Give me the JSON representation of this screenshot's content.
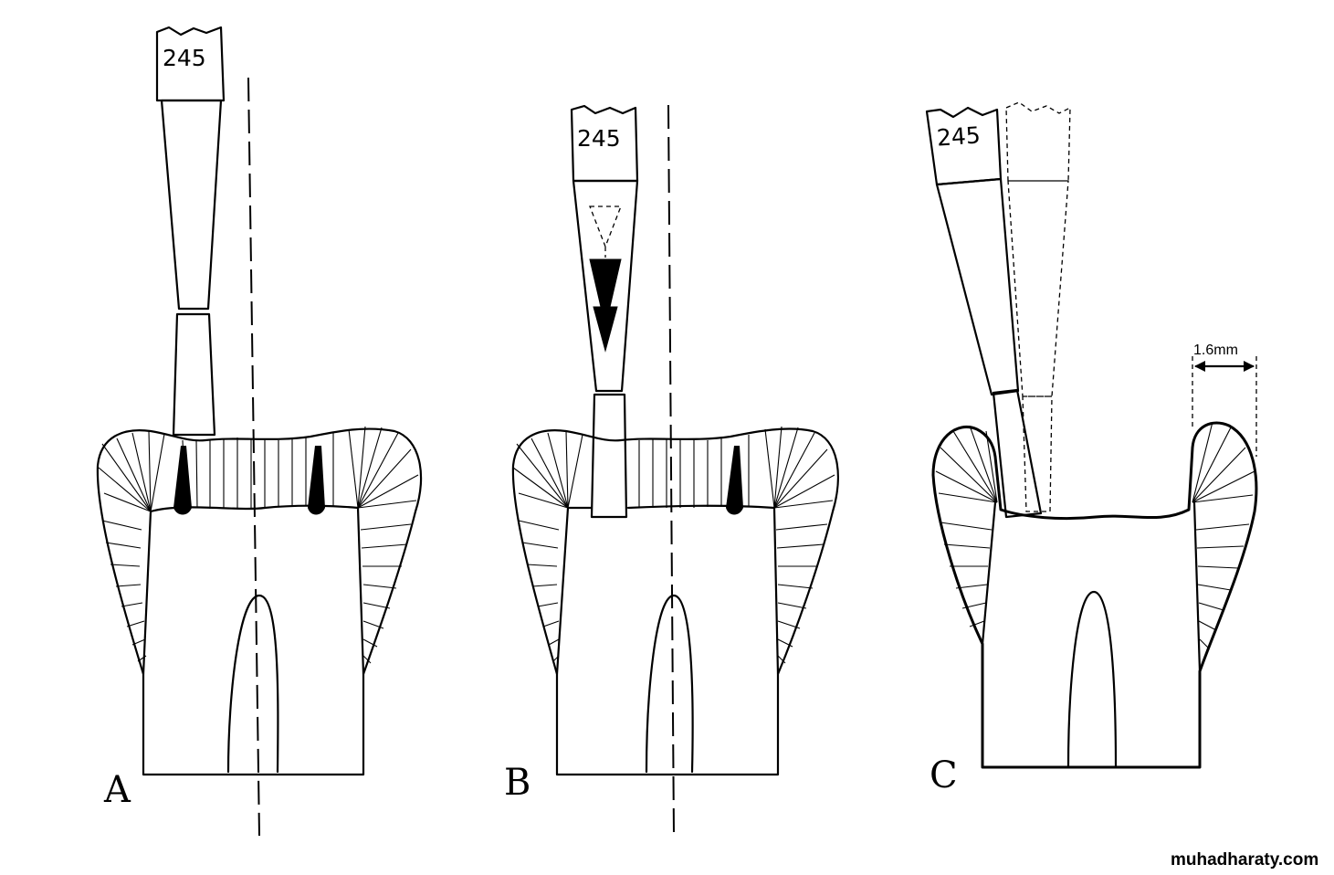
{
  "panels": [
    {
      "label": "A",
      "bur_number": "245"
    },
    {
      "label": "B",
      "bur_number": "245"
    },
    {
      "label": "C",
      "bur_number": "245",
      "dimension": "1.6mm"
    }
  ],
  "watermark": "muhadharaty.com"
}
